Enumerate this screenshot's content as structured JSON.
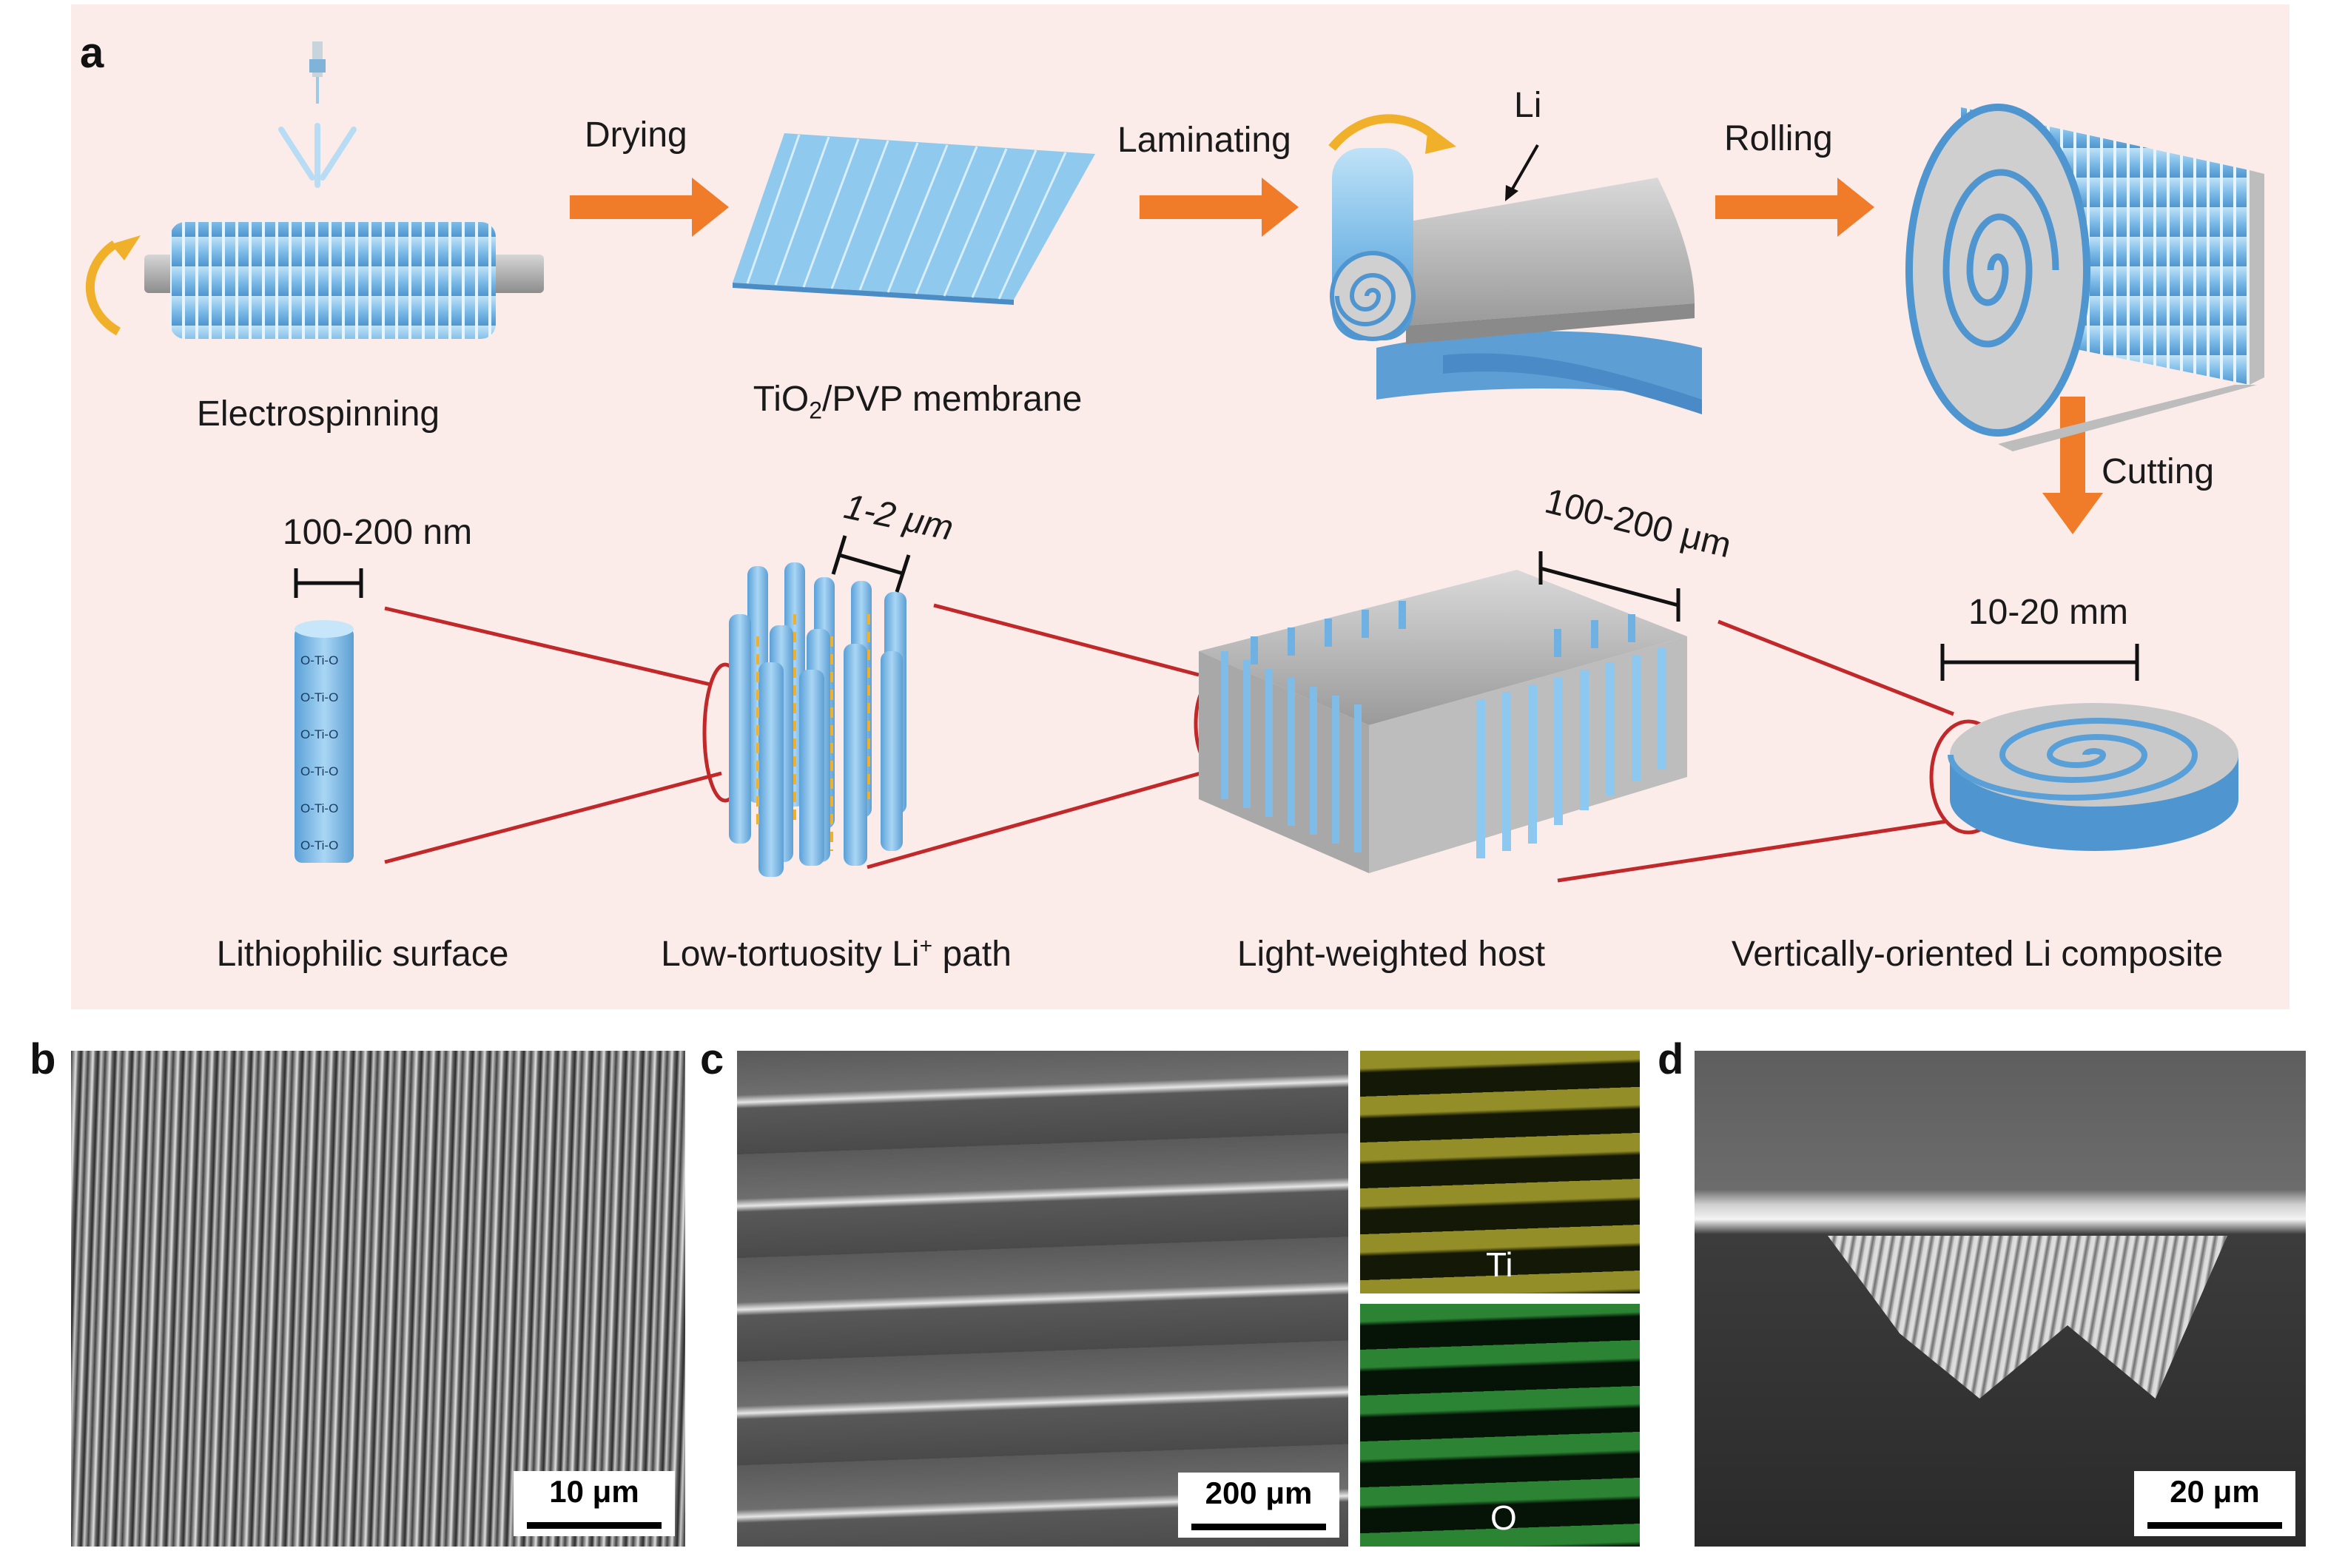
{
  "panels": {
    "a": "a",
    "b": "b",
    "c": "c",
    "d": "d"
  },
  "steps": {
    "drying": "Drying",
    "laminating": "Laminating",
    "rolling": "Rolling",
    "cutting": "Cutting",
    "li": "Li"
  },
  "captions": {
    "electrospinning": "Electrospinning",
    "membrane_pre": "TiO",
    "membrane_sub": "2",
    "membrane_post": "/PVP membrane",
    "lithiophilic": "Lithiophilic surface",
    "tortuosity_pre": "Low-tortuosity Li",
    "tortuosity_sup": "+",
    "tortuosity_post": " path",
    "host": "Light-weighted host",
    "composite": "Vertically-oriented Li composite"
  },
  "dimensions": {
    "fiber": "100-200 nm",
    "bundle": "1-2 μm",
    "host": "100-200 μm",
    "composite": "10-20 mm"
  },
  "molecule_label": "O-Ti-O",
  "sem": {
    "b_scale": "10 μm",
    "c_scale": "200 μm",
    "d_scale": "20 μm",
    "map_ti": "Ti",
    "map_o": "O"
  },
  "colors": {
    "panel_bg": "#fbecea",
    "arrow": "#f07c2a",
    "fiber_blue": "#8cc8ef",
    "connector": "#c0282a",
    "map_ti": "#d8cd3a",
    "map_o": "#3fbf4a"
  }
}
